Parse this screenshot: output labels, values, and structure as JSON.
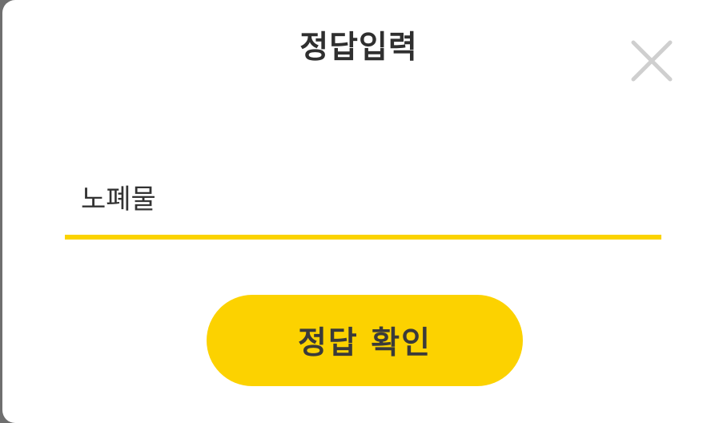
{
  "dialog": {
    "title": "정답입력",
    "close_icon": "close-icon",
    "answer": {
      "value": "노폐물",
      "placeholder": ""
    },
    "confirm_label": "정답 확인",
    "colors": {
      "accent": "#FCD200",
      "title_text": "#2F2F2F",
      "close_icon": "#CFCFCF",
      "backdrop": "#6F6F6F"
    }
  }
}
